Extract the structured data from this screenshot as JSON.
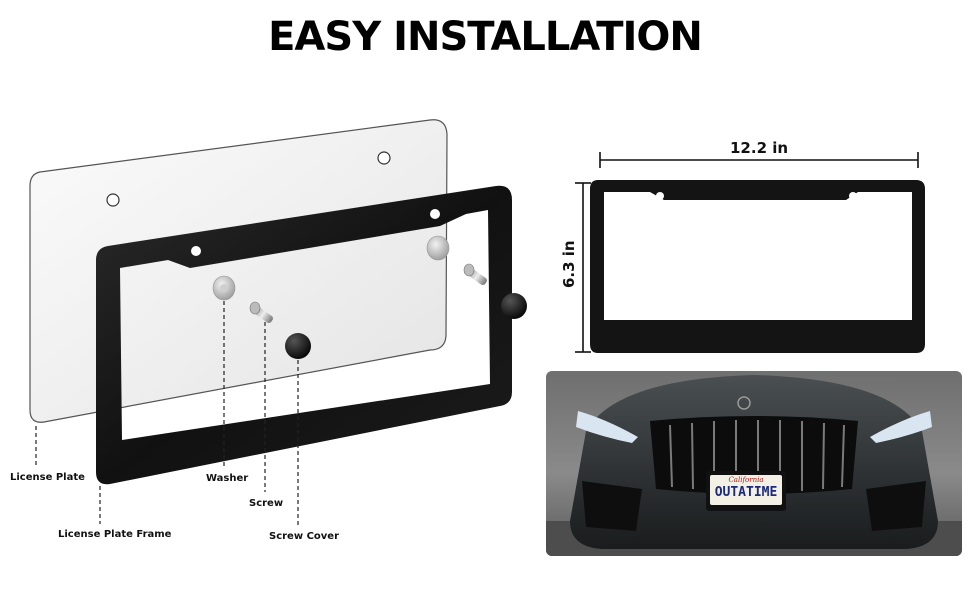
{
  "title": "EASY INSTALLATION",
  "labels": {
    "license_plate": "License Plate",
    "license_plate_frame": "License Plate Frame",
    "washer": "Washer",
    "screw": "Screw",
    "screw_cover": "Screw Cover"
  },
  "dimensions": {
    "width": "12.2 in",
    "height": "6.3 in"
  },
  "photo": {
    "plate_state": "California",
    "plate_text": "OUTATIME"
  }
}
